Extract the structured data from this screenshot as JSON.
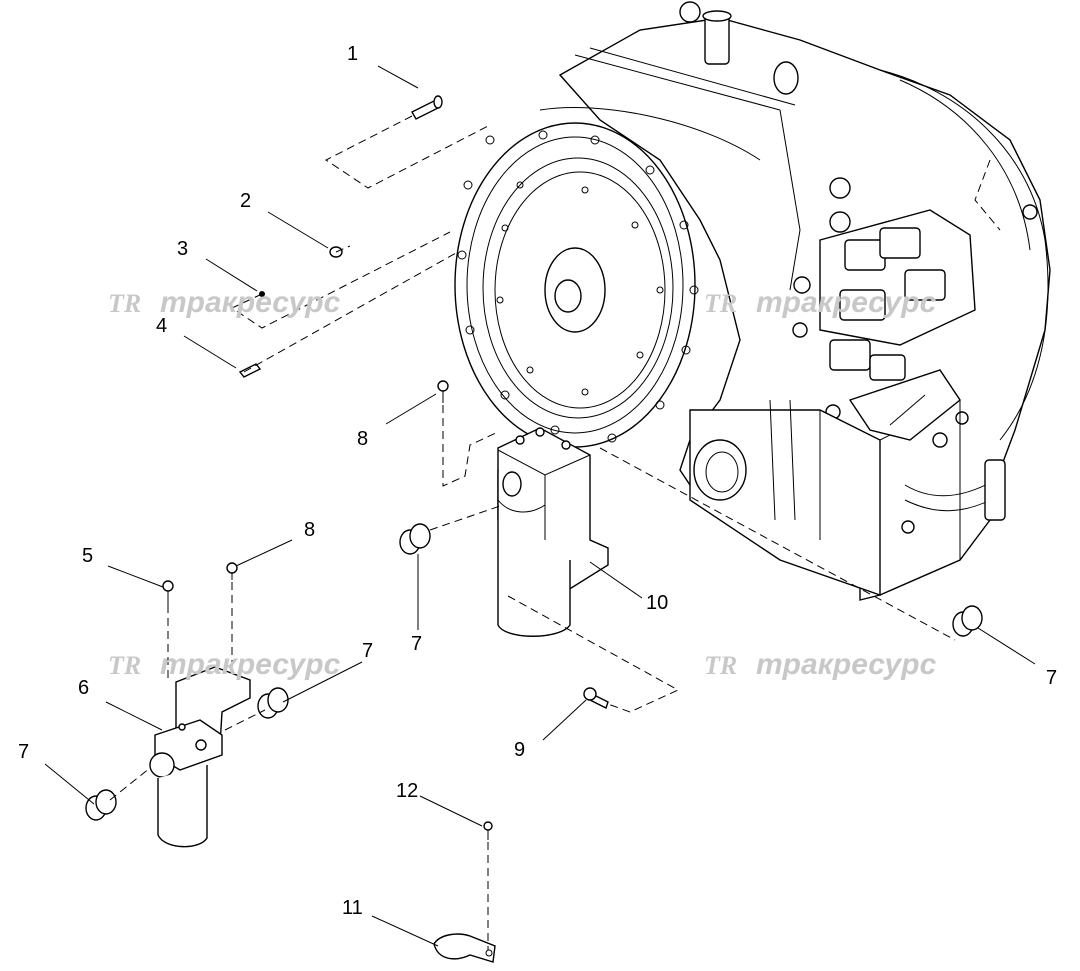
{
  "callouts": {
    "c1": "1",
    "c2": "2",
    "c3": "3",
    "c4": "4",
    "c5": "5",
    "c6": "6",
    "c7a": "7",
    "c7b": "7",
    "c7c": "7",
    "c7d": "7",
    "c8a": "8",
    "c8b": "8",
    "c9": "9",
    "c10": "10",
    "c11": "11",
    "c12": "12"
  },
  "watermark": {
    "logo": "TR",
    "text": "тракресурс"
  },
  "colors": {
    "line": "#000000",
    "watermark": "#c8c8c8",
    "background": "#ffffff"
  }
}
